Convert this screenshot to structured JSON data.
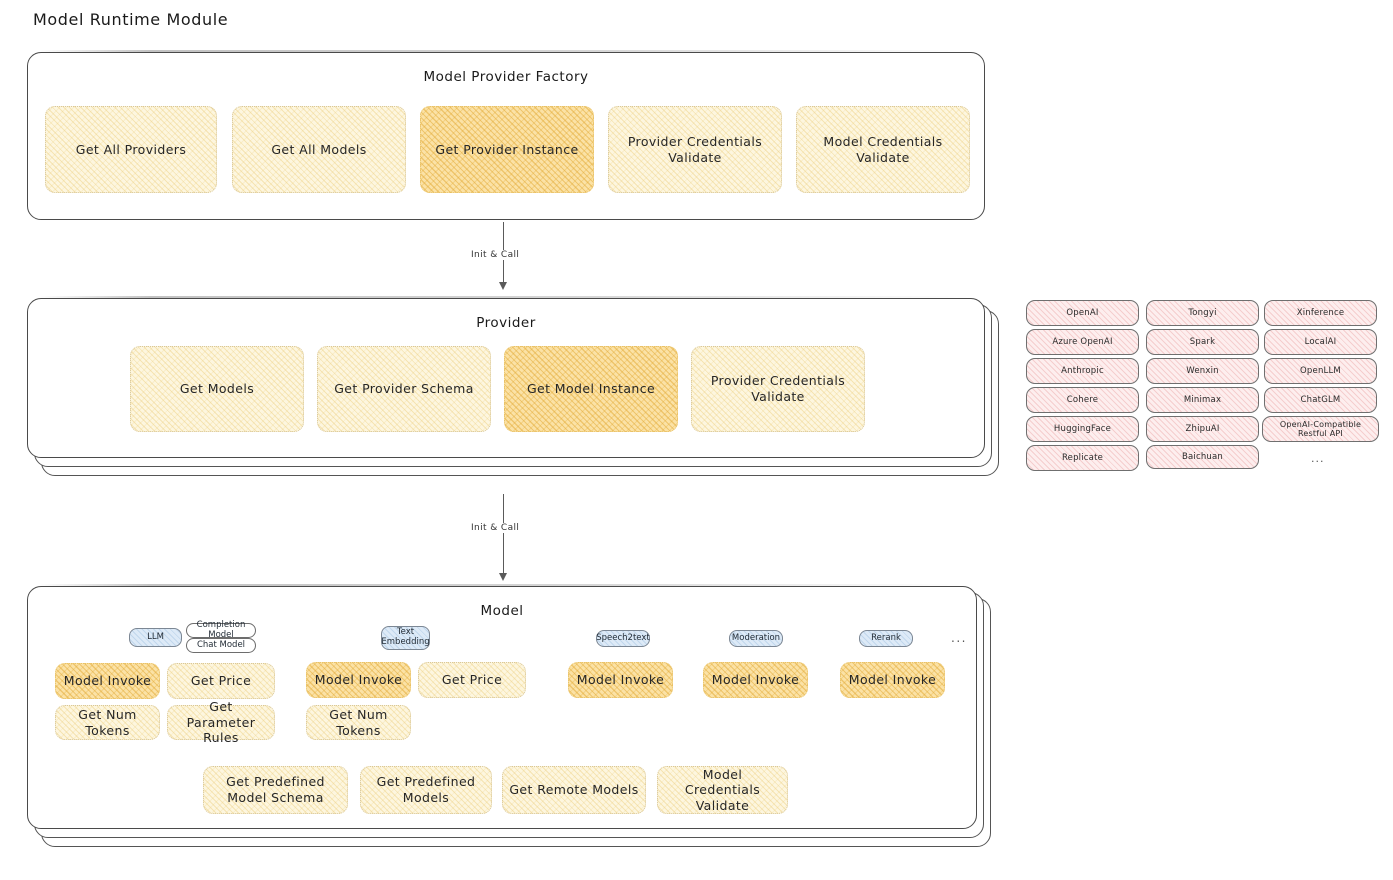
{
  "title": "Model Runtime Module",
  "sections": {
    "factory": {
      "title": "Model Provider Factory",
      "ops": [
        {
          "label": "Get All Providers",
          "highlight": false
        },
        {
          "label": "Get All Models",
          "highlight": false
        },
        {
          "label": "Get Provider Instance",
          "highlight": true
        },
        {
          "label": "Provider Credentials Validate",
          "highlight": false
        },
        {
          "label": "Model Credentials Validate",
          "highlight": false
        }
      ]
    },
    "provider": {
      "title": "Provider",
      "ops": [
        {
          "label": "Get Models",
          "highlight": false
        },
        {
          "label": "Get Provider Schema",
          "highlight": false
        },
        {
          "label": "Get Model Instance",
          "highlight": true
        },
        {
          "label": "Provider Credentials Validate",
          "highlight": false
        }
      ]
    },
    "model": {
      "title": "Model",
      "types": [
        {
          "badge": "LLM",
          "subbadges": [
            "Completion Model",
            "Chat Model"
          ],
          "ops": [
            {
              "label": "Model Invoke",
              "highlight": true
            },
            {
              "label": "Get Price",
              "highlight": false
            },
            {
              "label": "Get Num Tokens",
              "highlight": false
            },
            {
              "label": "Get Parameter Rules",
              "highlight": false
            }
          ]
        },
        {
          "badge": "Text Embedding",
          "subbadges": [],
          "ops": [
            {
              "label": "Model Invoke",
              "highlight": true
            },
            {
              "label": "Get Price",
              "highlight": false
            },
            {
              "label": "Get Num Tokens",
              "highlight": false
            }
          ]
        },
        {
          "badge": "Speech2text",
          "subbadges": [],
          "ops": [
            {
              "label": "Model Invoke",
              "highlight": true
            }
          ]
        },
        {
          "badge": "Moderation",
          "subbadges": [],
          "ops": [
            {
              "label": "Model Invoke",
              "highlight": true
            }
          ]
        },
        {
          "badge": "Rerank",
          "subbadges": [],
          "ops": [
            {
              "label": "Model Invoke",
              "highlight": true
            }
          ]
        }
      ],
      "types_ellipsis": "...",
      "shared_ops": [
        {
          "label": "Get Predefined Model Schema",
          "highlight": false
        },
        {
          "label": "Get Predefined Models",
          "highlight": false
        },
        {
          "label": "Get Remote Models",
          "highlight": false
        },
        {
          "label": "Model Credentials Validate",
          "highlight": false
        }
      ]
    }
  },
  "connectors": [
    {
      "label": "Init & Call"
    },
    {
      "label": "Init & Call"
    }
  ],
  "provider_list": {
    "columns": [
      [
        "OpenAI",
        "Azure OpenAI",
        "Anthropic",
        "Cohere",
        "HuggingFace",
        "Replicate"
      ],
      [
        "Tongyi",
        "Spark",
        "Wenxin",
        "Minimax",
        "ZhipuAI",
        "Baichuan"
      ],
      [
        "Xinference",
        "LocalAI",
        "OpenLLM",
        "ChatGLM",
        "OpenAI-Compatible Restful API"
      ]
    ],
    "ellipsis": "..."
  },
  "colors": {
    "op_fill": "#fdf6df",
    "op_highlight_fill": "#fbe2a6",
    "chip_fill": "#fdeeee",
    "badge_fill": "#ddeaf7",
    "stroke": "#4a4a4a"
  }
}
